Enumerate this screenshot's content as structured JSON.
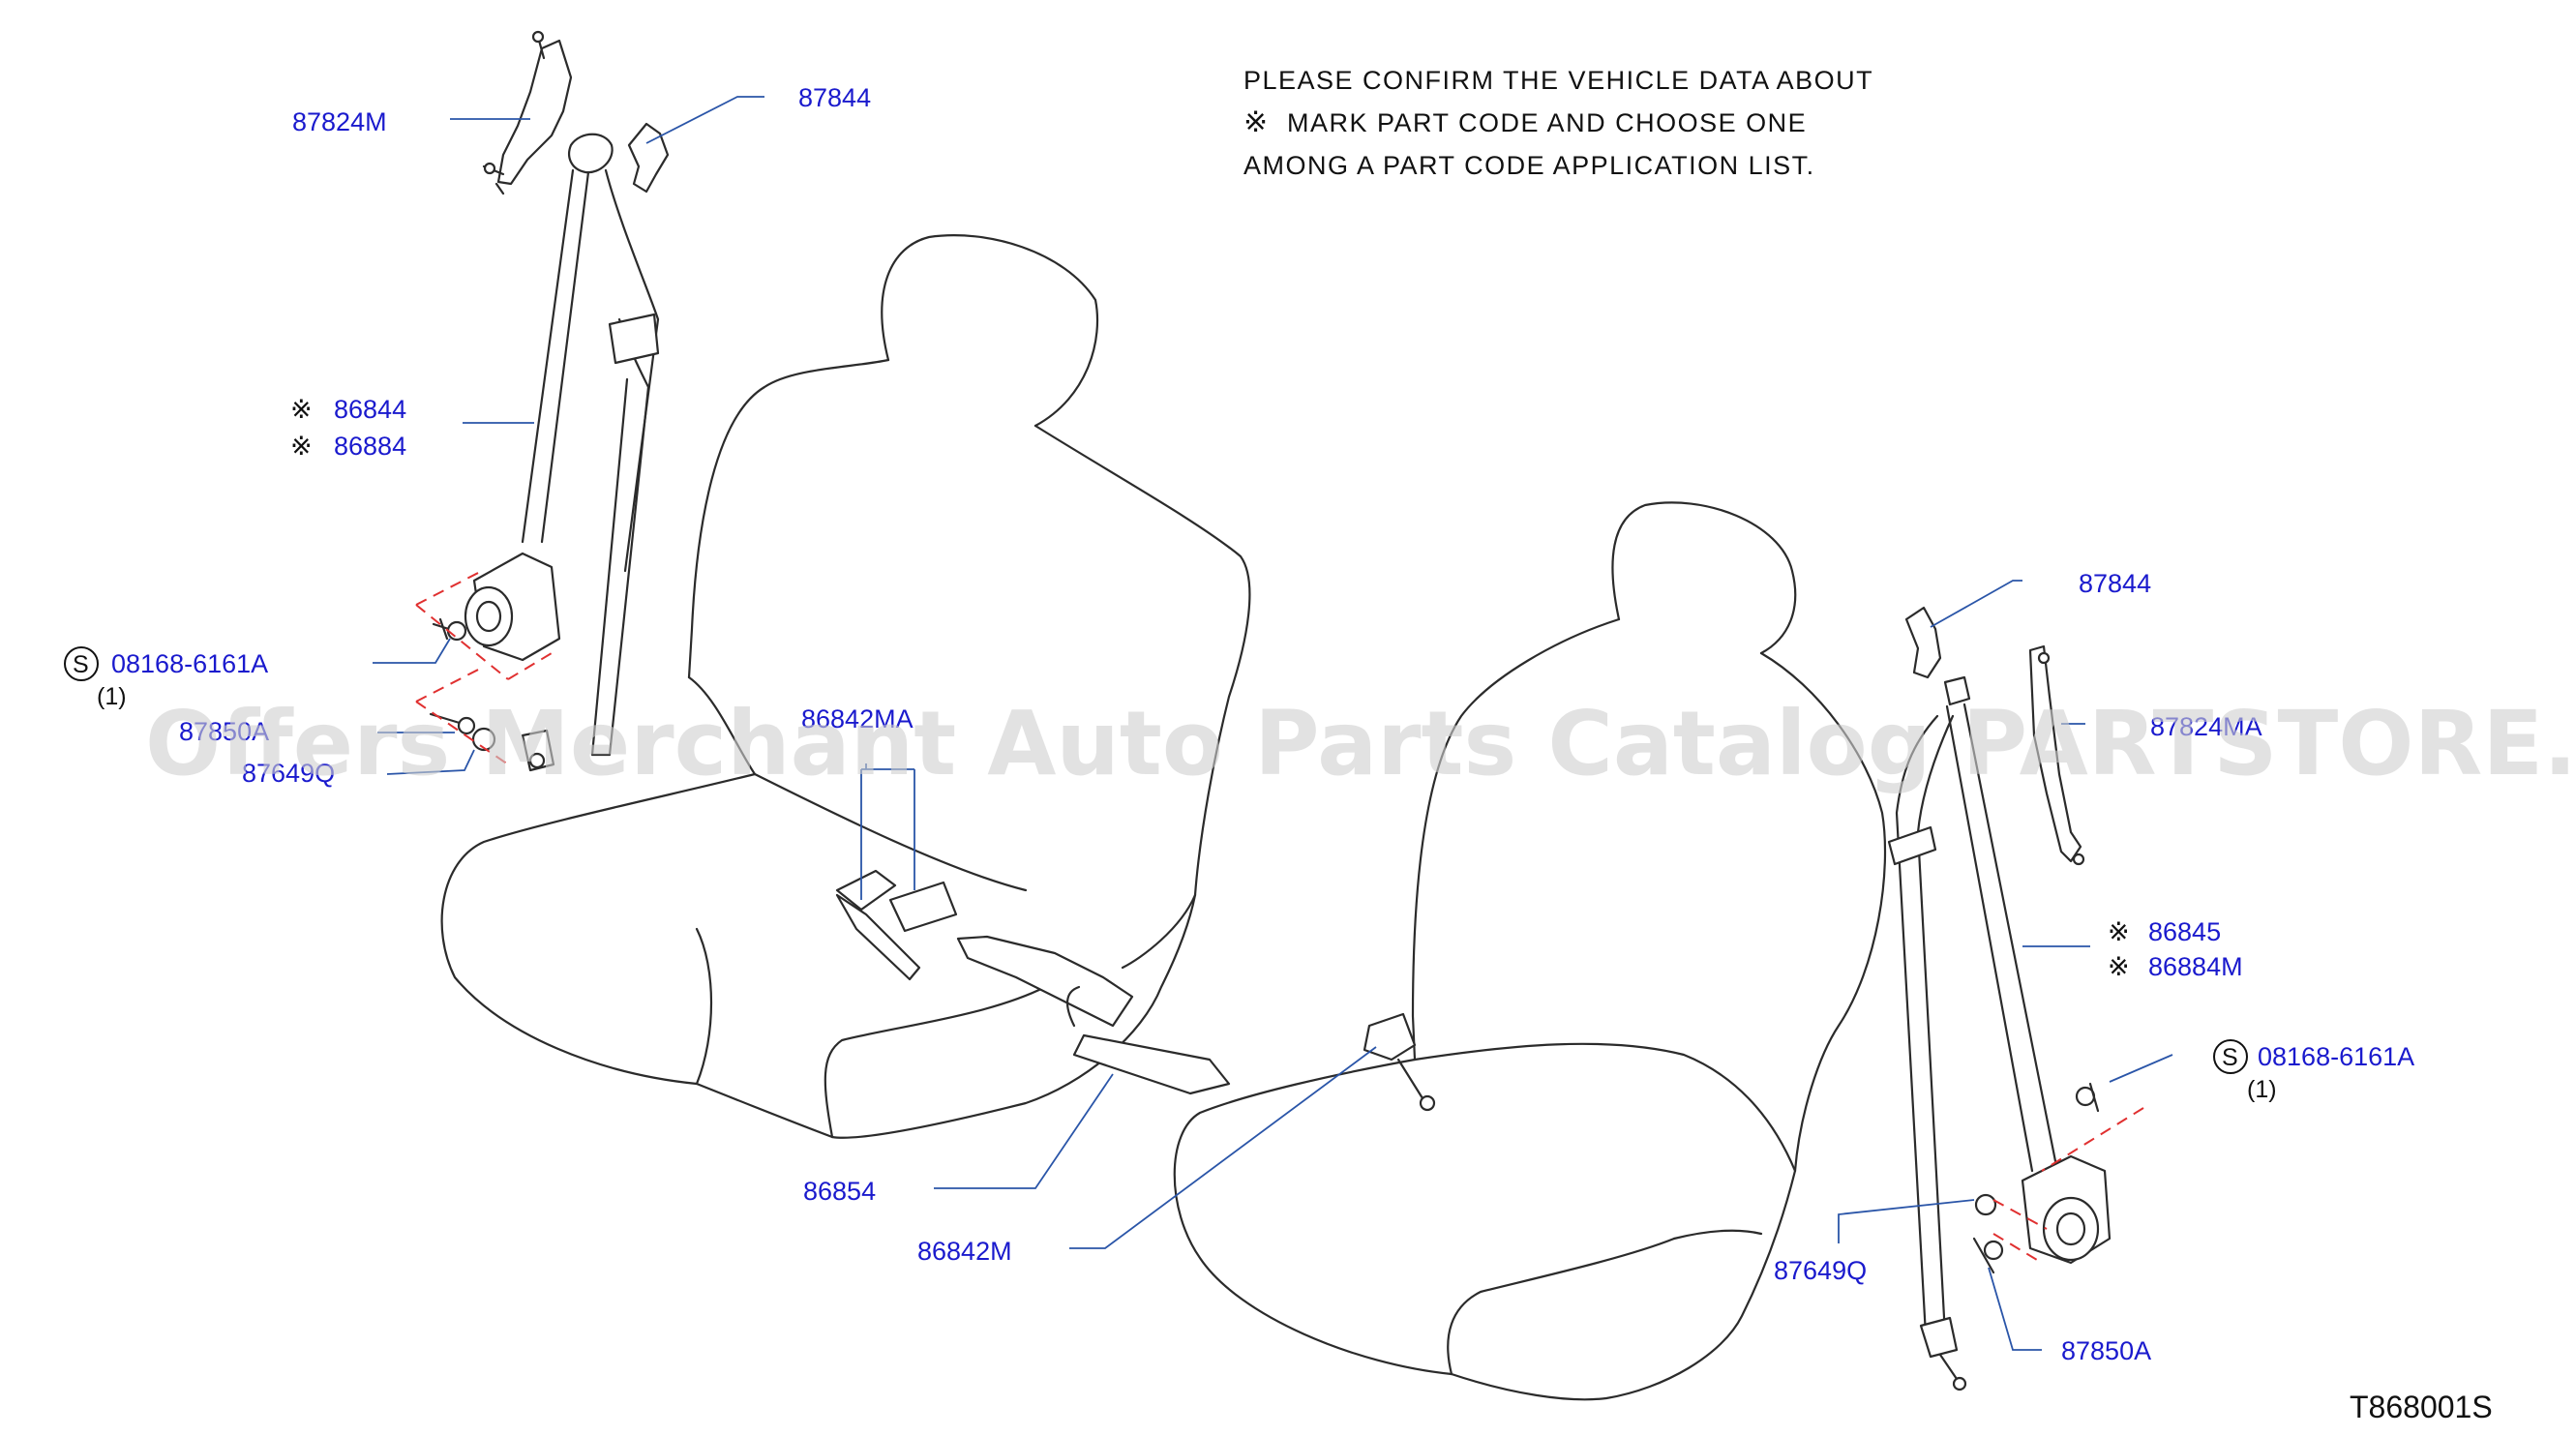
{
  "note": {
    "line1": "PLEASE  CONFIRM  THE  VEHICLE  DATA  ABOUT",
    "line2": "MARK  PART  CODE  AND  CHOOSE  ONE",
    "line3": "AMONG  A  PART  CODE  APPLICATION  LIST."
  },
  "mark_symbol": "※",
  "labels": {
    "l_87824M": "87824M",
    "l_87844_top": "87844",
    "l_86844": "86844",
    "l_86884": "86884",
    "l_bolt_left": "08168-6161A",
    "l_bolt_left_qty": "(1)",
    "l_87850_left": "87850A",
    "l_87649Q_left": "87649Q",
    "l_86842MA": "86842MA",
    "l_86854": "86854",
    "l_86842M": "86842M",
    "l_87844_right": "87844",
    "l_87824MA": "87824MA",
    "l_86845": "86845",
    "l_86884M": "86884M",
    "l_bolt_right": "08168-6161A",
    "l_bolt_right_qty": "(1)",
    "l_87649Q_right": "87649Q",
    "l_87850A_right": "87850A"
  },
  "bolt_circle_letter": "S",
  "diagram_code": "T868001S",
  "watermark": "Offers Merchant Auto Parts Catalog PARTSTORE.SA",
  "colors": {
    "label": "#1a1acd",
    "leader": "#2a55a8",
    "dashed": "#e03030",
    "outline": "#2b2b2b"
  }
}
